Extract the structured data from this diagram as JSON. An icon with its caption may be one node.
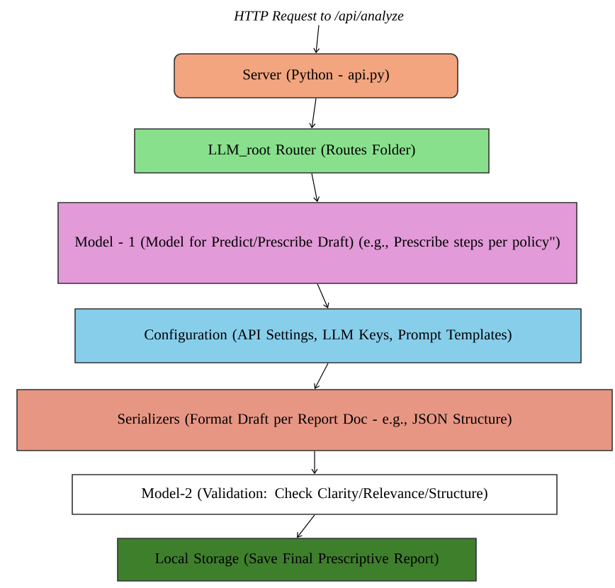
{
  "diagram": {
    "nodes": [
      {
        "text": [
          "HTTP Request to /api/analyze"
        ]
      },
      {
        "text": [
          "Server (Python - api.py)"
        ]
      },
      {
        "text": [
          "LLM_root Router (Routes Folder)"
        ]
      },
      {
        "text": [
          "Model - 1 (Model for Predict/Prescribe Draft) (e.g., Prescribe steps per policy\")"
        ]
      },
      {
        "text": [
          "Configuration (API Settings, LLM Keys, Prompt Templates)"
        ]
      },
      {
        "text": [
          "Serializers (Format Draft per Report Doc - e.g., JSON Structure)"
        ]
      },
      {
        "text": [
          "Model-2 (Validation: Check Clarity/Relevance/Structure)"
        ]
      },
      {
        "text": [
          "Local Storage (Save Final Prescriptive Report)"
        ]
      }
    ],
    "edges": [
      {
        "from": 0,
        "to": 1,
        "arrow": "to"
      },
      {
        "from": 1,
        "to": 2,
        "arrow": "to"
      },
      {
        "from": 2,
        "to": 3,
        "arrow": "to"
      },
      {
        "from": 3,
        "to": 4,
        "arrow": "to"
      },
      {
        "from": 4,
        "to": 5,
        "arrow": "to"
      },
      {
        "from": 5,
        "to": 6,
        "arrow": "to"
      },
      {
        "from": 6,
        "to": 7,
        "arrow": "to"
      }
    ]
  }
}
